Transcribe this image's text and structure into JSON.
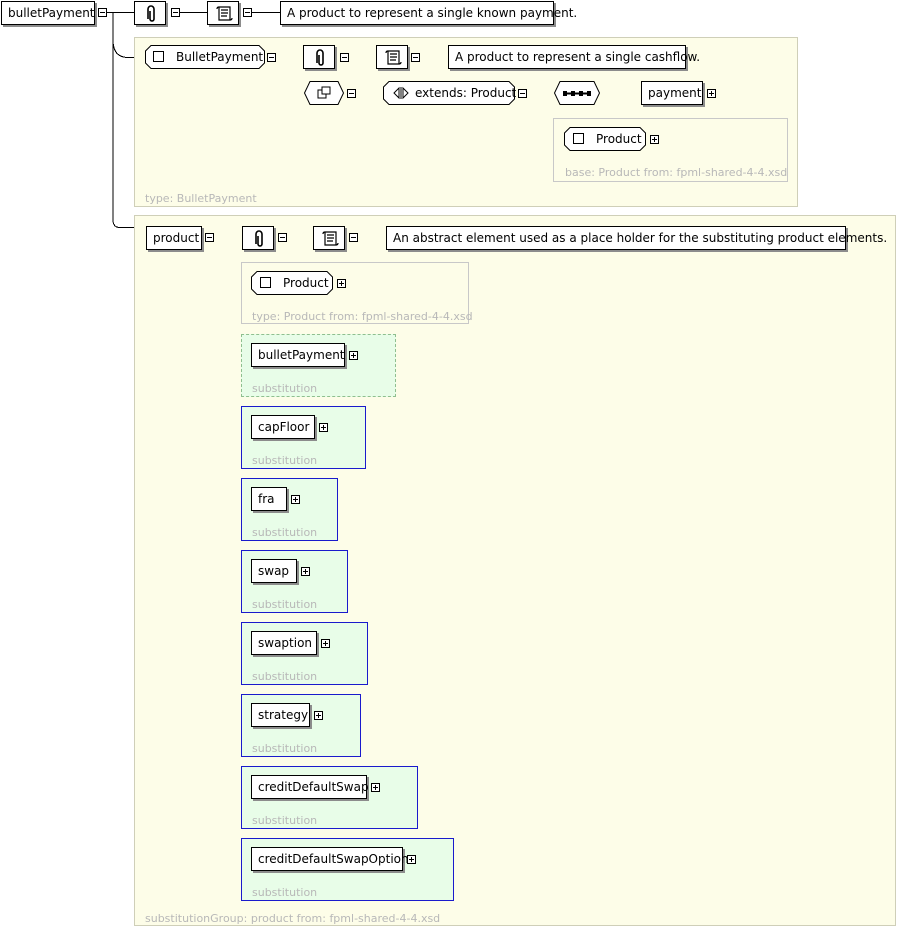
{
  "root": {
    "name": "bulletPayment",
    "documentation": "A product to represent a single known payment."
  },
  "type_panel": {
    "type_name": "BulletPayment",
    "documentation": "A product to represent a single cashflow.",
    "extends_label": "extends: Product",
    "payment_element": "payment",
    "base_type": "Product",
    "base_caption": "base: Product from: fpml-shared-4-4.xsd",
    "caption": "type: BulletPayment"
  },
  "product_panel": {
    "name": "product",
    "documentation": "An abstract element used as a place holder for the substituting product elements.",
    "type_name": "Product",
    "type_caption": "type: Product from: fpml-shared-4-4.xsd",
    "substitution_label": "substitution",
    "substitutions": [
      {
        "name": "bulletPayment"
      },
      {
        "name": "capFloor"
      },
      {
        "name": "fra"
      },
      {
        "name": "swap"
      },
      {
        "name": "swaption"
      },
      {
        "name": "strategy"
      },
      {
        "name": "creditDefaultSwap"
      },
      {
        "name": "creditDefaultSwapOption"
      }
    ],
    "caption": "substitutionGroup: product from: fpml-shared-4-4.xsd"
  },
  "icons": {
    "annotation": "paperclip-icon",
    "documentation": "document-scroll-icon",
    "sequence": "sequence-dots-icon",
    "choice": "complex-type-icon",
    "extension": "extension-arrows-icon"
  }
}
